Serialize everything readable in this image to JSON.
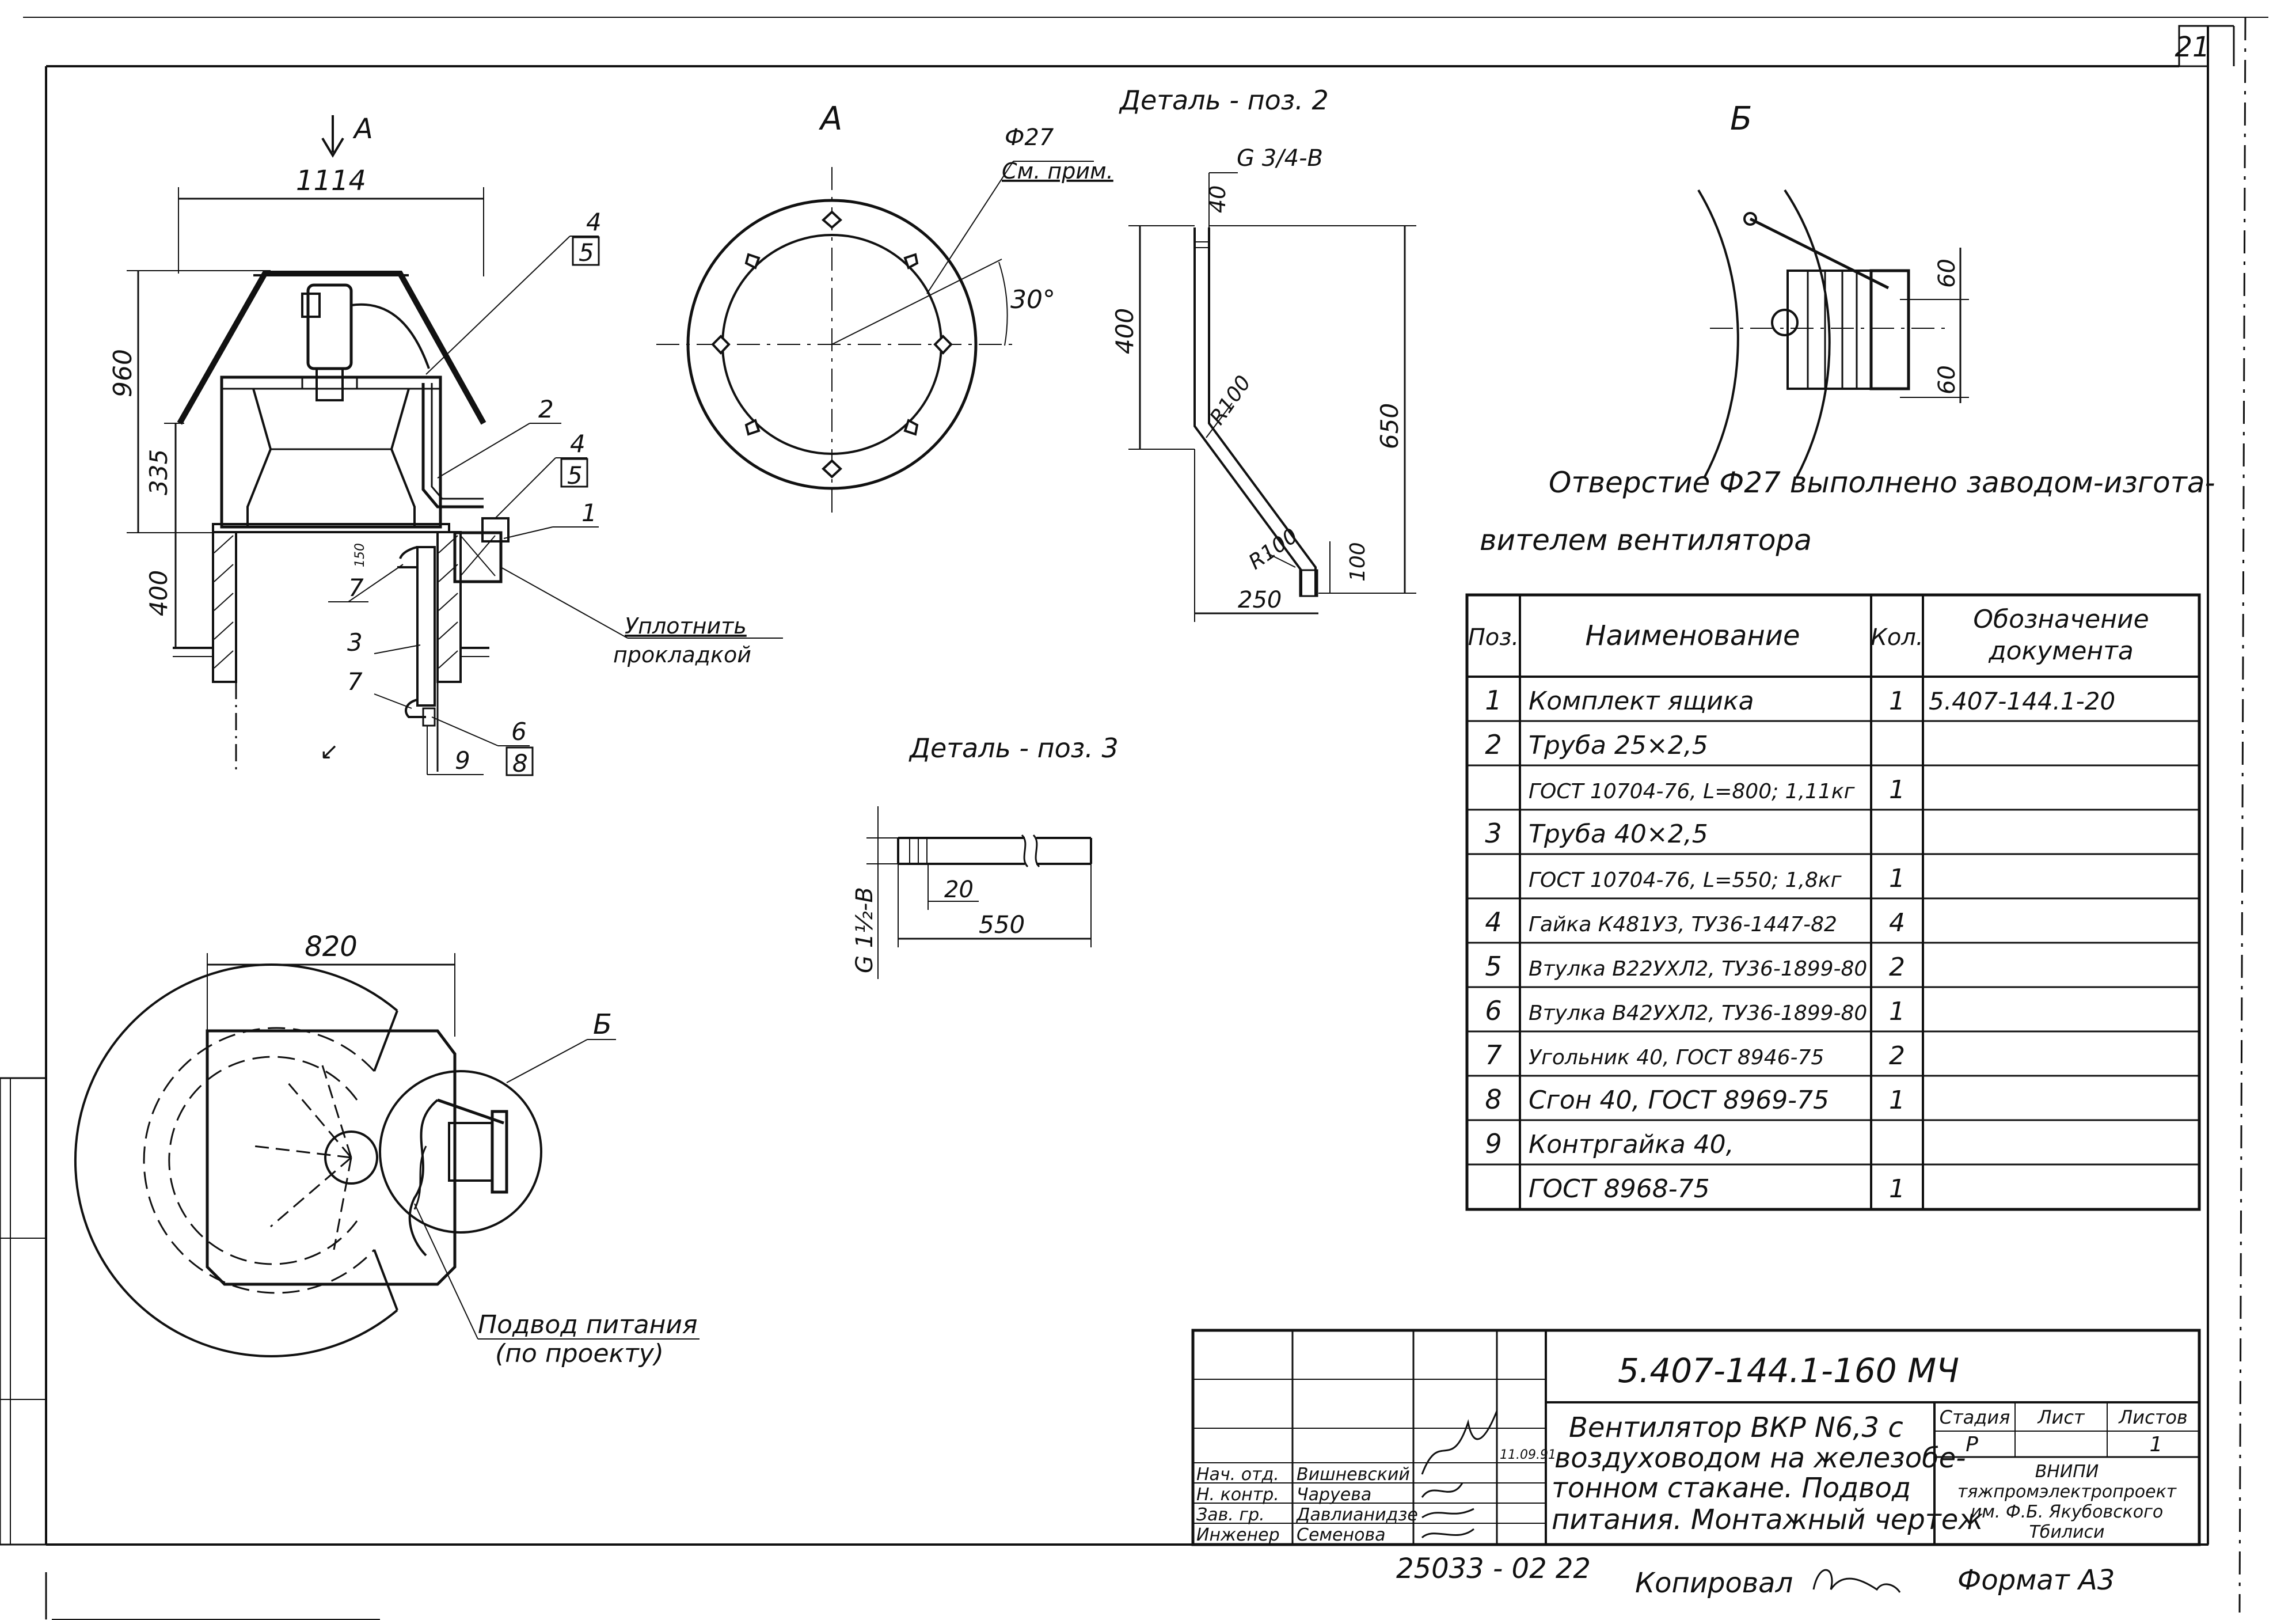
{
  "sheet": {
    "page_number": "21",
    "archive_number": "25033 - 02 22",
    "copied_by": "Копировал",
    "format": "Формат А3"
  },
  "views": {
    "arrow_a": "A",
    "view_a": "А",
    "view_b": "Б",
    "callout_b": "Б"
  },
  "dims": {
    "width_1114": "1114",
    "height_960": "960",
    "h_335": "335",
    "h_400": "400",
    "h_150": "150",
    "width_820": "820",
    "hole_d27": "Ф27",
    "see_note": "См. прим.",
    "angle_30": "30°",
    "thread_g34": "G 3/4-В",
    "d2_40": "40",
    "d2_400": "400",
    "d2_650": "650",
    "d2_r100a": "R100",
    "d2_r100b": "R100",
    "d2_100": "100",
    "d2_250": "250",
    "d3_g112": "G 1½-В",
    "d3_20": "20",
    "d3_550": "550",
    "b_60a": "60",
    "b_60b": "60"
  },
  "callouts": {
    "c4a": "4",
    "c5a": "5",
    "c2": "2",
    "c4b": "4",
    "c5b": "5",
    "c1": "1",
    "c7a": "7",
    "c3": "3",
    "c7b": "7",
    "c6": "6",
    "c8": "8",
    "c9": "9"
  },
  "labels": {
    "detail2": "Деталь - поз. 2",
    "detail3": "Деталь - поз. 3",
    "seal_l1": "Уплотнить",
    "seal_l2": "прокладкой",
    "power_l1": "Подвод питания",
    "power_l2": "(по проекту)",
    "note_l1": "Отверстие Ф27 выполнено заводом-изгота-",
    "note_l2": "вителем вентилятора"
  },
  "spec": {
    "headers": {
      "pos": "Поз.",
      "name": "Наименование",
      "qty": "Кол.",
      "doc_l1": "Обозначение",
      "doc_l2": "документа"
    },
    "rows": [
      {
        "pos": "1",
        "name": "Комплект ящика",
        "qty": "1",
        "doc": "5.407-144.1-20"
      },
      {
        "pos": "2",
        "name": "Труба 25×2,5",
        "qty": "",
        "doc": ""
      },
      {
        "pos": "",
        "name": "ГОСТ 10704-76, L=800; 1,11кг",
        "qty": "1",
        "doc": ""
      },
      {
        "pos": "3",
        "name": "Труба 40×2,5",
        "qty": "",
        "doc": ""
      },
      {
        "pos": "",
        "name": "ГОСТ 10704-76, L=550; 1,8кг",
        "qty": "1",
        "doc": ""
      },
      {
        "pos": "4",
        "name": "Гайка К481У3, ТУ36-1447-82",
        "qty": "4",
        "doc": ""
      },
      {
        "pos": "5",
        "name": "Втулка В22УХЛ2, ТУ36-1899-80",
        "qty": "2",
        "doc": ""
      },
      {
        "pos": "6",
        "name": "Втулка В42УХЛ2, ТУ36-1899-80",
        "qty": "1",
        "doc": ""
      },
      {
        "pos": "7",
        "name": "Угольник 40, ГОСТ 8946-75",
        "qty": "2",
        "doc": ""
      },
      {
        "pos": "8",
        "name": "Сгон 40, ГОСТ 8969-75",
        "qty": "1",
        "doc": ""
      },
      {
        "pos": "9",
        "name": "Контргайка 40,",
        "qty": "",
        "doc": ""
      },
      {
        "pos": "",
        "name": "ГОСТ 8968-75",
        "qty": "1",
        "doc": ""
      }
    ]
  },
  "title_block": {
    "doc_code": "5.407-144.1-160 МЧ",
    "title_l1": "Вентилятор ВКР N6,3 с",
    "title_l2": "воздуховодом на железобе-",
    "title_l3": "тонном стакане. Подвод",
    "title_l4": "питания. Монтажный чертеж",
    "stage_label": "Стадия",
    "sheet_label": "Лист",
    "sheets_label": "Листов",
    "stage_value": "Р",
    "sheets_value": "1",
    "org_l1": "ВНИПИ",
    "org_l2": "тяжпромэлектропроект",
    "org_l3": "им. Ф.Б. Якубовского",
    "org_l4": "Тбилиси",
    "date": "11.09.91",
    "roles": [
      {
        "role": "Нач. отд.",
        "name": "Вишневский"
      },
      {
        "role": "Н. контр.",
        "name": "Чаруева"
      },
      {
        "role": "Зав. гр.",
        "name": "Давлианидзе"
      },
      {
        "role": "Инженер",
        "name": "Семенова"
      }
    ]
  }
}
